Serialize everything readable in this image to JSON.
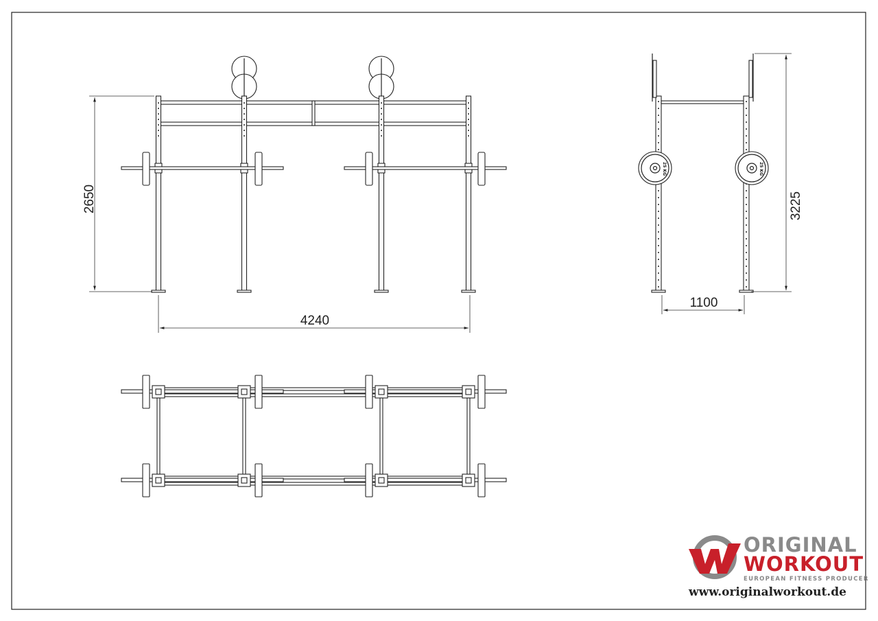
{
  "dimensions": {
    "front_height": "2650",
    "front_width": "4240",
    "side_height": "3225",
    "side_depth": "1100"
  },
  "plate_label": "25 KG",
  "logo": {
    "line1": "ORIGINAL",
    "line2": "WORKOUT",
    "tagline": "EUROPEAN FITNESS PRODUCER",
    "url": "www.originalworkout.de",
    "colors": {
      "red": "#c8202a",
      "gray": "#8a8a8a"
    }
  }
}
